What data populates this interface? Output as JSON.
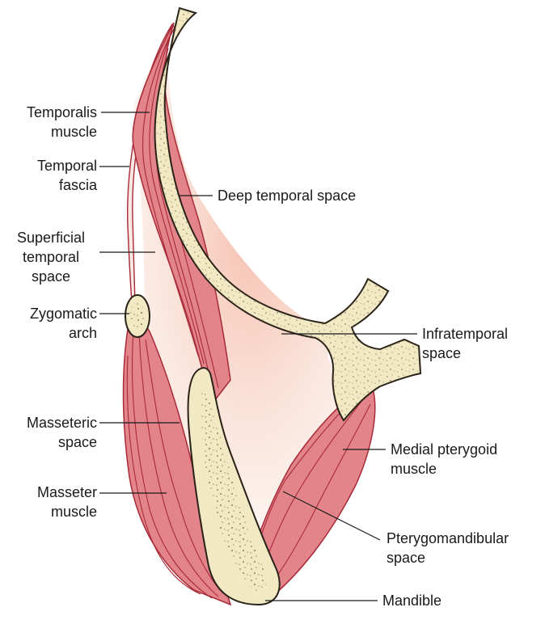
{
  "labels": {
    "temporalis_muscle": [
      "Temporalis",
      "muscle"
    ],
    "temporal_fascia": [
      "Temporal",
      "fascia"
    ],
    "superficial_temporal_space": [
      "Superficial",
      "temporal",
      "space"
    ],
    "zygomatic_arch": [
      "Zygomatic",
      "arch"
    ],
    "masseteric_space": [
      "Masseteric",
      "space"
    ],
    "masseter_muscle": [
      "Masseter",
      "muscle"
    ],
    "deep_temporal_space": "Deep temporal space",
    "infratemporal_space": [
      "Infratemporal",
      "space"
    ],
    "medial_pterygoid_muscle": [
      "Medial pterygoid",
      "muscle"
    ],
    "pterygomandibular_space": [
      "Pterygomandibular",
      "space"
    ],
    "mandible": "Mandible"
  },
  "colors": {
    "bone_fill": "#f1e8c4",
    "bone_outline": "#2a2218",
    "bone_texture": "#8a7555",
    "muscle_fill": "#e2848a",
    "muscle_fibers": "#a82a38",
    "space_center": "#f6cbbd",
    "space_edge": "#fdf4f0"
  }
}
